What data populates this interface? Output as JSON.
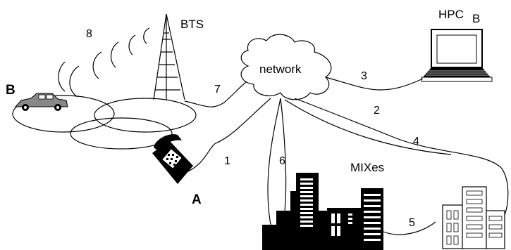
{
  "labels": {
    "bts": "BTS",
    "hpc": "HPC",
    "hpc_b": "B",
    "network": "network",
    "mixes": "MIXes",
    "node_a": "A",
    "node_b": "B"
  },
  "links": {
    "l1": "1",
    "l2": "2",
    "l3": "3",
    "l4": "4",
    "l5": "5",
    "l6": "6",
    "l7": "7",
    "l8": "8"
  }
}
